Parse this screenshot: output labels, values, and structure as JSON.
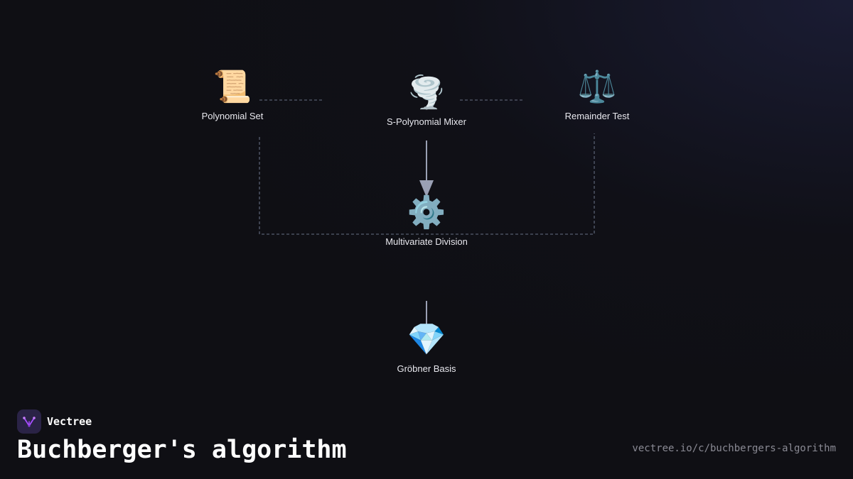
{
  "nodes": {
    "polynomial_set": {
      "label": "Polynomial Set",
      "icon": "scroll-icon",
      "glyph": "📜"
    },
    "s_polynomial_mixer": {
      "label": "S-Polynomial Mixer",
      "icon": "tornado-icon",
      "glyph": "🌪️"
    },
    "remainder_test": {
      "label": "Remainder Test",
      "icon": "balance-scale-icon",
      "glyph": "⚖️"
    },
    "multivariate_division": {
      "label": "Multivariate Division",
      "icon": "gear-icon",
      "glyph": "⚙️"
    },
    "groebner_basis": {
      "label": "Gröbner Basis",
      "icon": "gem-icon",
      "glyph": "💎"
    }
  },
  "edges": [
    {
      "from": "polynomial_set",
      "to": "s_polynomial_mixer",
      "style": "dashed"
    },
    {
      "from": "s_polynomial_mixer",
      "to": "remainder_test",
      "style": "dashed"
    },
    {
      "from": "s_polynomial_mixer",
      "to": "multivariate_division",
      "style": "solid-arrow"
    },
    {
      "from": "polynomial_set",
      "to": "remainder_test",
      "style": "dashed",
      "via": "multivariate_division"
    },
    {
      "from": "multivariate_division",
      "to": "groebner_basis",
      "style": "solid"
    }
  ],
  "brand": {
    "name": "Vectree",
    "logo_icon": "vectree-logo-icon"
  },
  "title": "Buchberger's algorithm",
  "url": "vectree.io/c/buchbergers-algorithm",
  "colors": {
    "background": "#0f0f14",
    "edge": "#9aa0b4",
    "dashed_edge": "#4a5060",
    "logo_bg": "#2a2346",
    "logo_accent": "#a64dff"
  }
}
